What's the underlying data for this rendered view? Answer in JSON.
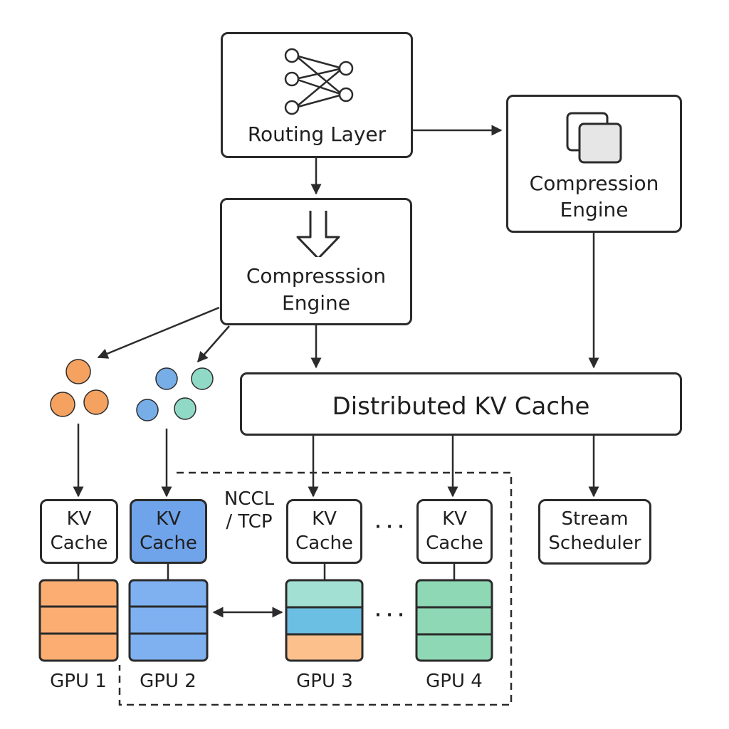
{
  "routing": {
    "label": "Routing Layer",
    "icon": "neural-network-icon"
  },
  "compression_main": {
    "line1": "Compresssion",
    "line2": "Engine",
    "icon": "down-arrows-icon"
  },
  "compression_side": {
    "line1": "Compression",
    "line2": "Engine",
    "icon": "overlapping-squares-icon"
  },
  "distributed": {
    "label": "Distributed KV Cache"
  },
  "stream": {
    "line1": "Stream",
    "line2": "Scheduler"
  },
  "interconnect": {
    "line1": "NCCL",
    "line2": "/ TCP"
  },
  "ellipsis": "· · ·",
  "token_groups": [
    {
      "colors": [
        "#F5A261",
        "#F5A261",
        "#F5A261"
      ]
    },
    {
      "colors": [
        "#77AEE8",
        "#8FD9C6",
        "#77AEE8",
        "#8FD9C6"
      ]
    }
  ],
  "gpus": [
    {
      "label": "GPU 1",
      "kv_line1": "KV",
      "kv_line2": "Cache",
      "kv_highlight": false,
      "stack": [
        "#FCAE72",
        "#FCAE72",
        "#FCAE72"
      ]
    },
    {
      "label": "GPU 2",
      "kv_line1": "KV",
      "kv_line2": "Cache",
      "kv_highlight": true,
      "kv_color": "#6FA3EA",
      "stack": [
        "#7FB0F0",
        "#7FB0F0",
        "#7FB0F0"
      ]
    },
    {
      "label": "GPU 3",
      "kv_line1": "KV",
      "kv_line2": "Cache",
      "kv_highlight": false,
      "stack": [
        "#A3E0D4",
        "#6BBFE3",
        "#FBC08C"
      ]
    },
    {
      "label": "GPU 4",
      "kv_line1": "KV",
      "kv_line2": "Cache",
      "kv_highlight": false,
      "stack": [
        "#8FD8B5",
        "#8FD8B5",
        "#8FD8B5"
      ]
    }
  ]
}
